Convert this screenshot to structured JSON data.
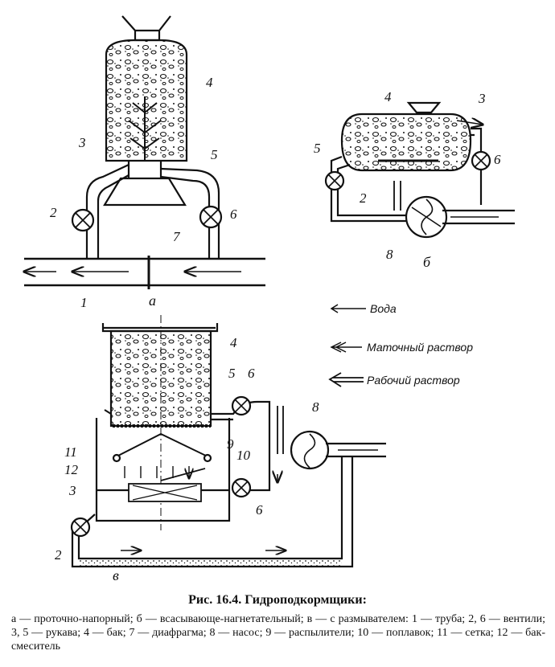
{
  "labels": {
    "a": {
      "n1": "1",
      "n2": "2",
      "n3": "3",
      "n4": "4",
      "n5": "5",
      "n6": "6",
      "n7": "7"
    },
    "b": {
      "n2": "2",
      "n3": "3",
      "n4": "4",
      "n5": "5",
      "n6": "6",
      "n8": "8"
    },
    "c": {
      "n2": "2",
      "n3": "3",
      "n4": "4",
      "n5": "5",
      "n6a": "6",
      "n6b": "6",
      "n8": "8",
      "n9": "9",
      "n10": "10",
      "n11": "11",
      "n12": "12"
    }
  },
  "panels": {
    "a": "а",
    "b": "б",
    "c": "в"
  },
  "legend": [
    {
      "label": "Вода",
      "style": "water"
    },
    {
      "label": "Маточный раствор",
      "style": "mother"
    },
    {
      "label": "Рабочий раствор",
      "style": "working"
    }
  ],
  "caption": {
    "title": "Рис. 16.4. Гидроподкормщики:",
    "text": "а — проточно-напорный; б — всасывающе-нагнетательный; в — с размывателем: 1 — труба; 2, 6 — вентили; 3, 5 — рукава; 4 — бак; 7 — диафрагма; 8 — насос; 9 — распылители; 10 — поплавок; 11 — сетка; 12 — бак-смеситель"
  },
  "colors": {
    "ink": "#111111",
    "paper": "#ffffff"
  }
}
